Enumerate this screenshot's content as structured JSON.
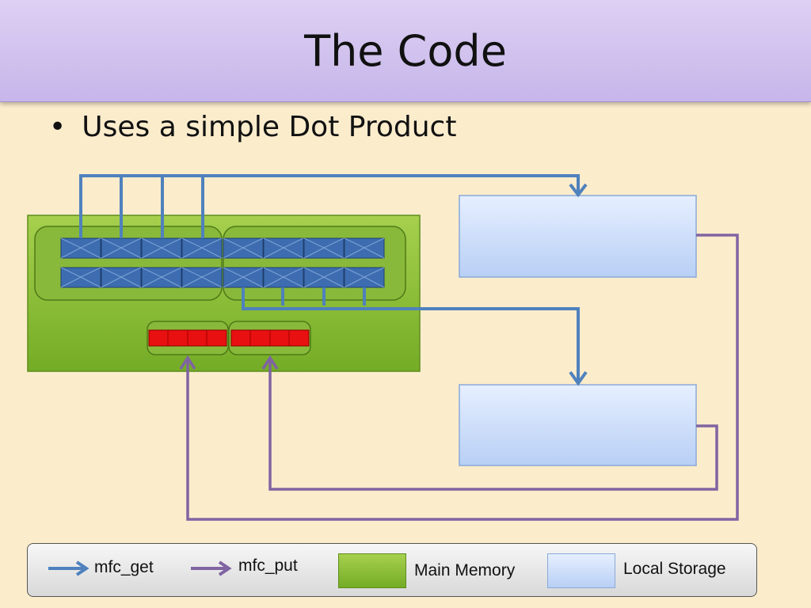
{
  "slide": {
    "title": "The Code"
  },
  "bullets": [
    {
      "text": "Uses a simple Dot Product"
    }
  ],
  "legend": {
    "get_label": "mfc_get",
    "put_label": "mfc_put",
    "main_memory_label": "Main Memory",
    "local_storage_label": "Local Storage"
  },
  "colors": {
    "title_bar": "#c9b9ec",
    "background": "#fbeccc",
    "mfc_get_arrow": "#4f81bd",
    "mfc_put_arrow": "#8064a2",
    "main_memory": "#8fc53a",
    "local_storage": "#c5d9f8",
    "vector_cell": "#3d6db0",
    "result_cell": "#e81010"
  }
}
